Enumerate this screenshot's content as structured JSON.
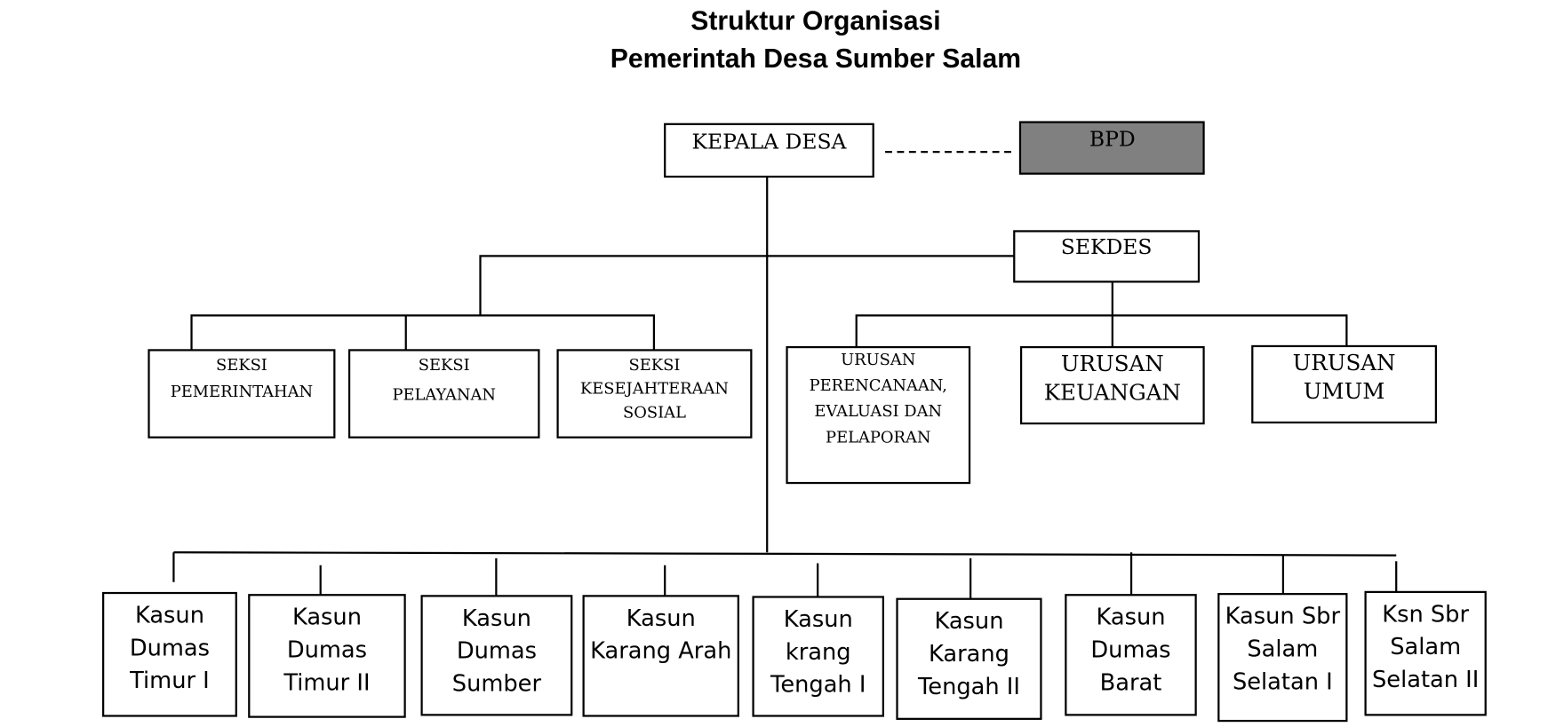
{
  "title": [
    "Struktur Organisasi",
    "Pemerintah Desa Sumber Salam"
  ],
  "colors": {
    "bpd_fill": "#808080",
    "line": "#000000"
  },
  "head": {
    "label": "KEPALA DESA"
  },
  "bpd": {
    "label": "BPD"
  },
  "sekdes": {
    "label": "SEKDES"
  },
  "seksi": [
    {
      "lines": [
        "SEKSI",
        "PEMERINTAHAN"
      ]
    },
    {
      "lines": [
        "SEKSI",
        "PELAYANAN"
      ]
    },
    {
      "lines": [
        "SEKSI",
        "KESEJAHTERAAN",
        "SOSIAL"
      ]
    }
  ],
  "urusan": [
    {
      "lines": [
        "URUSAN",
        "PERENCANAAN,",
        "EVALUASI DAN",
        "PELAPORAN"
      ]
    },
    {
      "lines": [
        "URUSAN",
        "KEUANGAN"
      ]
    },
    {
      "lines": [
        "URUSAN",
        "UMUM"
      ]
    }
  ],
  "kasun": [
    {
      "lines": [
        "Kasun",
        "Dumas",
        "Timur I"
      ]
    },
    {
      "lines": [
        "Kasun",
        "Dumas",
        "Timur II"
      ]
    },
    {
      "lines": [
        "Kasun",
        "Dumas",
        "Sumber"
      ]
    },
    {
      "lines": [
        "Kasun",
        "Karang Arah"
      ]
    },
    {
      "lines": [
        "Kasun",
        "krang",
        "Tengah I"
      ]
    },
    {
      "lines": [
        "Kasun",
        "Karang",
        "Tengah II"
      ]
    },
    {
      "lines": [
        "Kasun",
        "Dumas",
        "Barat"
      ]
    },
    {
      "lines": [
        "Kasun Sbr",
        "Salam",
        "Selatan I"
      ]
    },
    {
      "lines": [
        "Ksn Sbr",
        "Salam",
        "Selatan II"
      ]
    }
  ]
}
